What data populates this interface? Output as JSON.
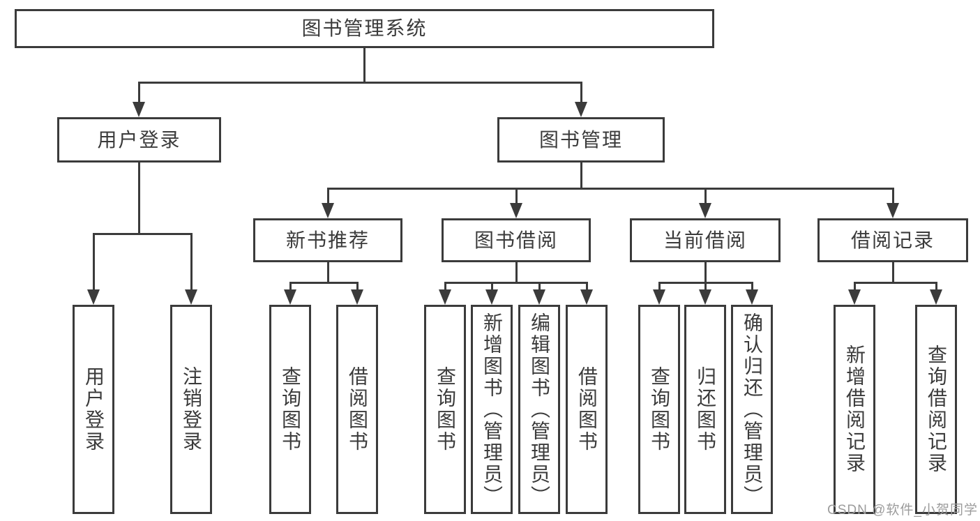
{
  "diagram": {
    "root": {
      "label": "图书管理系统"
    },
    "level2": [
      {
        "label": "用户登录"
      },
      {
        "label": "图书管理"
      }
    ],
    "level3": [
      {
        "label": "新书推荐"
      },
      {
        "label": "图书借阅"
      },
      {
        "label": "当前借阅"
      },
      {
        "label": "借阅记录"
      }
    ],
    "leaves": {
      "login": [
        "用户登录",
        "注销登录"
      ],
      "newbook": [
        "查询图书",
        "借阅图书"
      ],
      "borrow": [
        "查询图书",
        "新增图书（管理员）",
        "编辑图书（管理员）",
        "借阅图书"
      ],
      "current": [
        "查询图书",
        "归还图书",
        "确认归还（管理员）"
      ],
      "records": [
        "新增借阅记录",
        "查询借阅记录"
      ]
    }
  },
  "watermark": {
    "text": "CSDN @软件_小贺同学"
  },
  "colors": {
    "line": "#3b3b3b",
    "text": "#3b3b3b",
    "watermark": "#9c9c9c",
    "background": "#ffffff"
  }
}
